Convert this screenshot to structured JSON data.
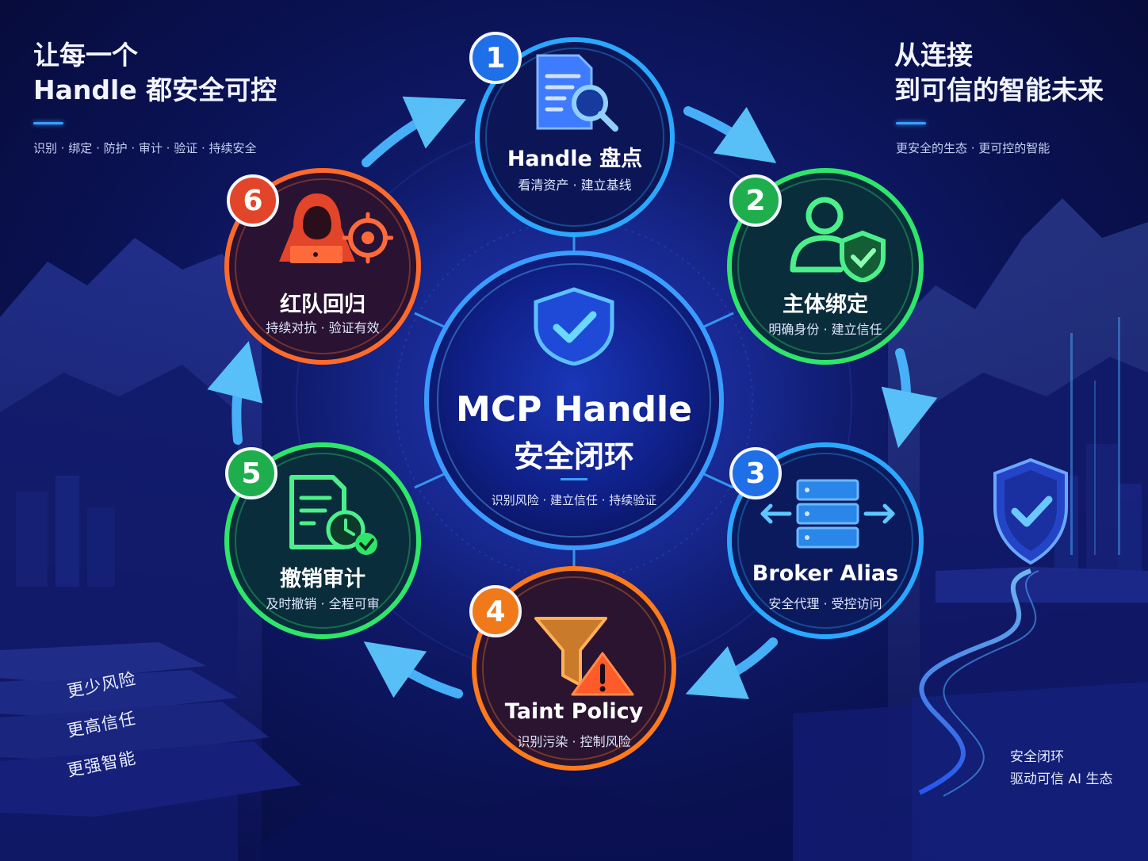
{
  "header_left": {
    "title_line1": "让每一个",
    "title_line2": "Handle 都安全可控",
    "subtitle": "识别 · 绑定 · 防护 · 审计 · 验证 · 持续安全"
  },
  "header_right": {
    "title_line1": "从连接",
    "title_line2": "到可信的智能未来",
    "subtitle": "更安全的生态 · 更可控的智能"
  },
  "center": {
    "title_line1": "MCP Handle",
    "title_line2": "安全闭环",
    "subtitle": "识别风险 · 建立信任 · 持续验证",
    "icon": "shield-check-icon"
  },
  "nodes": [
    {
      "number": "1",
      "title": "Handle 盘点",
      "subtitle": "看清资产 · 建立基线",
      "icon": "document-search-icon",
      "color": "#2aa8ff"
    },
    {
      "number": "2",
      "title": "主体绑定",
      "subtitle": "明确身份 · 建立信任",
      "icon": "user-shield-icon",
      "color": "#2ee66a"
    },
    {
      "number": "3",
      "title": "Broker Alias",
      "subtitle": "安全代理 · 受控访问",
      "icon": "server-arrows-icon",
      "color": "#2aa8ff"
    },
    {
      "number": "4",
      "title": "Taint Policy",
      "subtitle": "识别污染 · 控制风险",
      "icon": "funnel-warning-icon",
      "color": "#ff7a1a"
    },
    {
      "number": "5",
      "title": "撤销审计",
      "subtitle": "及时撤销 · 全程可审",
      "icon": "document-clock-icon",
      "color": "#2ee66a"
    },
    {
      "number": "6",
      "title": "红队回归",
      "subtitle": "持续对抗 · 验证有效",
      "icon": "hacker-target-icon",
      "color": "#ff5a2a"
    }
  ],
  "stairs": [
    "更少风险",
    "更高信任",
    "更强智能"
  ],
  "bottom_right": {
    "line1": "安全闭环",
    "line2": "驱动可信 AI 生态"
  }
}
